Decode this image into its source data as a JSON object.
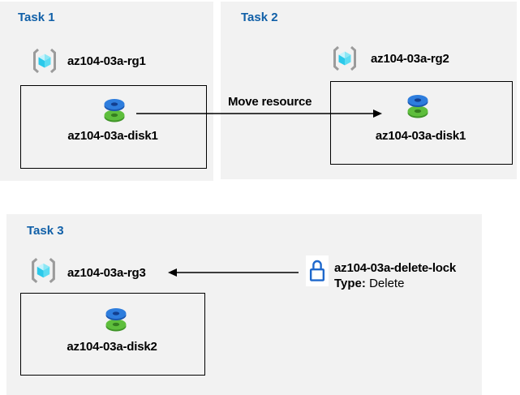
{
  "tasks": [
    {
      "label": "Task 1",
      "resource_group": "az104-03a-rg1",
      "disk": "az104-03a-disk1"
    },
    {
      "label": "Task 2",
      "resource_group": "az104-03a-rg2",
      "disk": "az104-03a-disk1"
    },
    {
      "label": "Task 3",
      "resource_group": "az104-03a-rg3",
      "disk": "az104-03a-disk2"
    }
  ],
  "arrows": {
    "move_label": "Move resource",
    "move_direction": "task1-disk-to-task2-box",
    "lock_direction": "lock-to-task3-resource-group"
  },
  "lock": {
    "name": "az104-03a-delete-lock",
    "type_label": "Type:",
    "type_value": "Delete"
  },
  "icons": {
    "resource_group": "resource-group-icon",
    "disk": "disk-icon",
    "lock": "lock-icon"
  },
  "colors": {
    "panel_bg": "#f2f2f2",
    "task_label_blue": "#1160a8",
    "box_border": "#000000",
    "lock_outline": "#1e68cc",
    "disk_blue": "#2e7ddd",
    "disk_green": "#5ebe3c",
    "rg_cube_cyan": "#2bc9ea",
    "bracket_gray": "#9b9b9b"
  }
}
